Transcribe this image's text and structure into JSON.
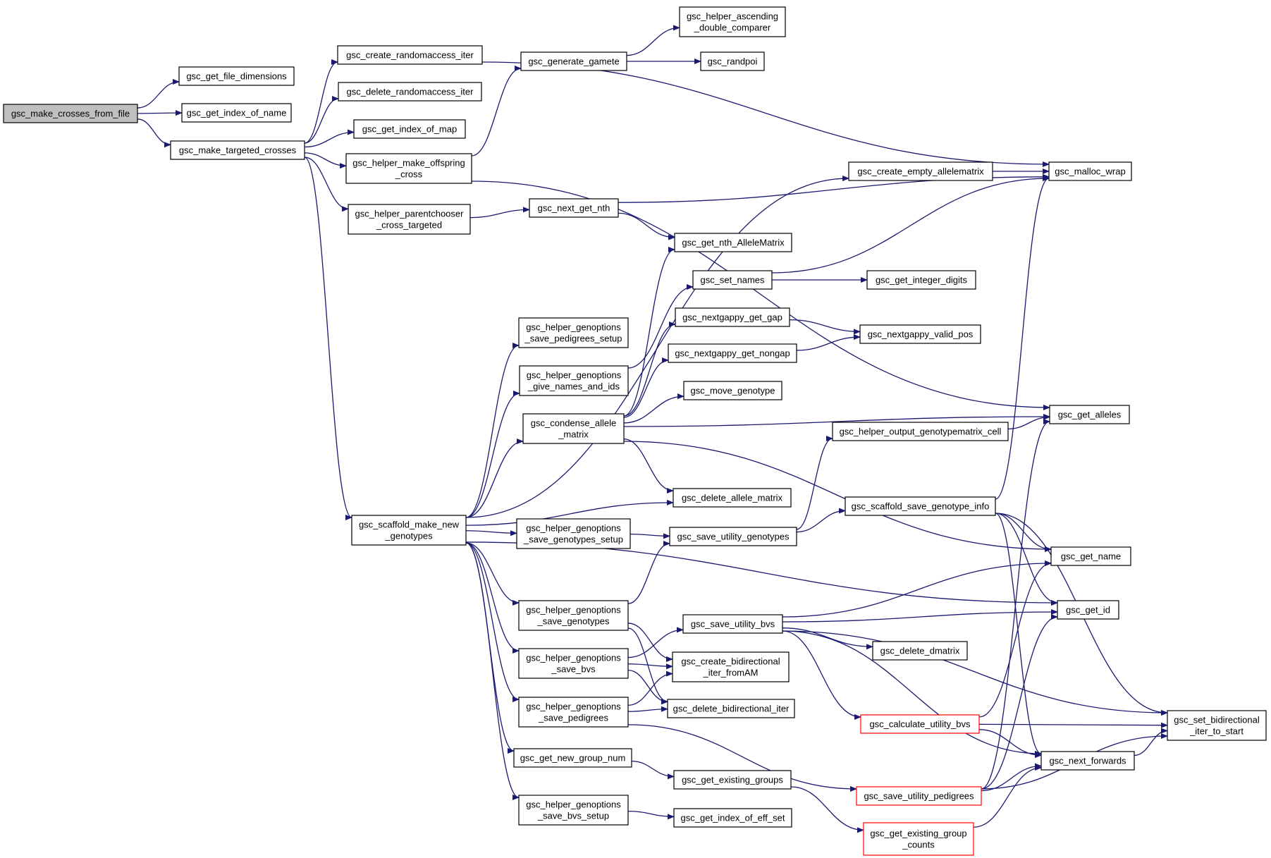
{
  "colors": {
    "edge": "#191970",
    "root_fill": "#bfbfbf",
    "border": "#000000",
    "highlight_border": "#ff0000"
  },
  "nodes": [
    {
      "id": "make_crosses_from_file",
      "lines": [
        "gsc_make_crosses_from_file"
      ],
      "style": "root"
    },
    {
      "id": "get_file_dimensions",
      "lines": [
        "gsc_get_file_dimensions"
      ]
    },
    {
      "id": "get_index_of_name",
      "lines": [
        "gsc_get_index_of_name"
      ]
    },
    {
      "id": "make_targeted_crosses",
      "lines": [
        "gsc_make_targeted_crosses"
      ]
    },
    {
      "id": "create_randomaccess_iter",
      "lines": [
        "gsc_create_randomaccess_iter"
      ]
    },
    {
      "id": "delete_randomaccess_iter",
      "lines": [
        "gsc_delete_randomaccess_iter"
      ]
    },
    {
      "id": "get_index_of_map",
      "lines": [
        "gsc_get_index_of_map"
      ]
    },
    {
      "id": "helper_make_offspring_cross",
      "lines": [
        "gsc_helper_make_offspring",
        "_cross"
      ]
    },
    {
      "id": "helper_parentchooser",
      "lines": [
        "gsc_helper_parentchooser",
        "_cross_targeted"
      ]
    },
    {
      "id": "generate_gamete",
      "lines": [
        "gsc_generate_gamete"
      ]
    },
    {
      "id": "helper_ascending_double",
      "lines": [
        "gsc_helper_ascending",
        "_double_comparer"
      ]
    },
    {
      "id": "randpoi",
      "lines": [
        "gsc_randpoi"
      ]
    },
    {
      "id": "malloc_wrap",
      "lines": [
        "gsc_malloc_wrap"
      ]
    },
    {
      "id": "create_empty_allelematrix",
      "lines": [
        "gsc_create_empty_allelematrix"
      ]
    },
    {
      "id": "next_get_nth",
      "lines": [
        "gsc_next_get_nth"
      ]
    },
    {
      "id": "get_nth_AlleleMatrix",
      "lines": [
        "gsc_get_nth_AlleleMatrix"
      ]
    },
    {
      "id": "set_names",
      "lines": [
        "gsc_set_names"
      ]
    },
    {
      "id": "get_integer_digits",
      "lines": [
        "gsc_get_integer_digits"
      ]
    },
    {
      "id": "nextgappy_get_gap",
      "lines": [
        "gsc_nextgappy_get_gap"
      ]
    },
    {
      "id": "nextgappy_valid_pos",
      "lines": [
        "gsc_nextgappy_valid_pos"
      ]
    },
    {
      "id": "nextgappy_get_nongap",
      "lines": [
        "gsc_nextgappy_get_nongap"
      ]
    },
    {
      "id": "move_genotype",
      "lines": [
        "gsc_move_genotype"
      ]
    },
    {
      "id": "get_alleles",
      "lines": [
        "gsc_get_alleles"
      ]
    },
    {
      "id": "helper_output_genotypematrix_cell",
      "lines": [
        "gsc_helper_output_genotypematrix_cell"
      ]
    },
    {
      "id": "genoptions_save_pedigrees_setup",
      "lines": [
        "gsc_helper_genoptions",
        "_save_pedigrees_setup"
      ]
    },
    {
      "id": "genoptions_give_names_and_ids",
      "lines": [
        "gsc_helper_genoptions",
        "_give_names_and_ids"
      ]
    },
    {
      "id": "condense_allele_matrix",
      "lines": [
        "gsc_condense_allele",
        "_matrix"
      ]
    },
    {
      "id": "delete_allele_matrix",
      "lines": [
        "gsc_delete_allele_matrix"
      ]
    },
    {
      "id": "scaffold_make_new_genotypes",
      "lines": [
        "gsc_scaffold_make_new",
        "_genotypes"
      ]
    },
    {
      "id": "genoptions_save_genotypes_setup",
      "lines": [
        "gsc_helper_genoptions",
        "_save_genotypes_setup"
      ]
    },
    {
      "id": "save_utility_genotypes",
      "lines": [
        "gsc_save_utility_genotypes"
      ]
    },
    {
      "id": "scaffold_save_genotype_info",
      "lines": [
        "gsc_scaffold_save_genotype_info"
      ]
    },
    {
      "id": "get_name",
      "lines": [
        "gsc_get_name"
      ]
    },
    {
      "id": "get_id",
      "lines": [
        "gsc_get_id"
      ]
    },
    {
      "id": "genoptions_save_genotypes",
      "lines": [
        "gsc_helper_genoptions",
        "_save_genotypes"
      ]
    },
    {
      "id": "save_utility_bvs",
      "lines": [
        "gsc_save_utility_bvs"
      ]
    },
    {
      "id": "delete_dmatrix",
      "lines": [
        "gsc_delete_dmatrix"
      ]
    },
    {
      "id": "genoptions_save_bvs",
      "lines": [
        "gsc_helper_genoptions",
        "_save_bvs"
      ]
    },
    {
      "id": "create_bidirectional_iter_fromAM",
      "lines": [
        "gsc_create_bidirectional",
        "_iter_fromAM"
      ]
    },
    {
      "id": "genoptions_save_pedigrees",
      "lines": [
        "gsc_helper_genoptions",
        "_save_pedigrees"
      ]
    },
    {
      "id": "delete_bidirectional_iter",
      "lines": [
        "gsc_delete_bidirectional_iter"
      ]
    },
    {
      "id": "calculate_utility_bvs",
      "lines": [
        "gsc_calculate_utility_bvs"
      ],
      "style": "red"
    },
    {
      "id": "set_bidirectional_iter_to_start",
      "lines": [
        "gsc_set_bidirectional",
        "_iter_to_start"
      ]
    },
    {
      "id": "get_new_group_num",
      "lines": [
        "gsc_get_new_group_num"
      ]
    },
    {
      "id": "next_forwards",
      "lines": [
        "gsc_next_forwards"
      ]
    },
    {
      "id": "get_existing_groups",
      "lines": [
        "gsc_get_existing_groups"
      ]
    },
    {
      "id": "save_utility_pedigrees",
      "lines": [
        "gsc_save_utility_pedigrees"
      ],
      "style": "red"
    },
    {
      "id": "genoptions_save_bvs_setup",
      "lines": [
        "gsc_helper_genoptions",
        "_save_bvs_setup"
      ]
    },
    {
      "id": "get_index_of_eff_set",
      "lines": [
        "gsc_get_index_of_eff_set"
      ]
    },
    {
      "id": "get_existing_group_counts",
      "lines": [
        "gsc_get_existing_group",
        "_counts"
      ],
      "style": "red"
    }
  ],
  "edges": [
    [
      "make_crosses_from_file",
      "get_file_dimensions"
    ],
    [
      "make_crosses_from_file",
      "get_index_of_name"
    ],
    [
      "make_crosses_from_file",
      "make_targeted_crosses"
    ],
    [
      "make_targeted_crosses",
      "create_randomaccess_iter"
    ],
    [
      "make_targeted_crosses",
      "delete_randomaccess_iter"
    ],
    [
      "make_targeted_crosses",
      "get_index_of_map"
    ],
    [
      "make_targeted_crosses",
      "helper_make_offspring_cross"
    ],
    [
      "make_targeted_crosses",
      "helper_parentchooser"
    ],
    [
      "make_targeted_crosses",
      "scaffold_make_new_genotypes"
    ],
    [
      "create_randomaccess_iter",
      "malloc_wrap"
    ],
    [
      "helper_make_offspring_cross",
      "generate_gamete"
    ],
    [
      "helper_make_offspring_cross",
      "get_alleles"
    ],
    [
      "generate_gamete",
      "helper_ascending_double"
    ],
    [
      "generate_gamete",
      "randpoi"
    ],
    [
      "helper_parentchooser",
      "next_get_nth"
    ],
    [
      "next_get_nth",
      "malloc_wrap"
    ],
    [
      "next_get_nth",
      "get_nth_AlleleMatrix"
    ],
    [
      "create_empty_allelematrix",
      "malloc_wrap"
    ],
    [
      "set_names",
      "malloc_wrap"
    ],
    [
      "set_names",
      "get_integer_digits"
    ],
    [
      "nextgappy_get_gap",
      "nextgappy_valid_pos"
    ],
    [
      "nextgappy_get_nongap",
      "nextgappy_valid_pos"
    ],
    [
      "genoptions_give_names_and_ids",
      "set_names"
    ],
    [
      "condense_allele_matrix",
      "get_nth_AlleleMatrix"
    ],
    [
      "condense_allele_matrix",
      "nextgappy_get_gap"
    ],
    [
      "condense_allele_matrix",
      "nextgappy_get_nongap"
    ],
    [
      "condense_allele_matrix",
      "move_genotype"
    ],
    [
      "condense_allele_matrix",
      "get_alleles"
    ],
    [
      "condense_allele_matrix",
      "delete_allele_matrix"
    ],
    [
      "condense_allele_matrix",
      "get_name"
    ],
    [
      "scaffold_make_new_genotypes",
      "create_empty_allelematrix"
    ],
    [
      "scaffold_make_new_genotypes",
      "genoptions_save_pedigrees_setup"
    ],
    [
      "scaffold_make_new_genotypes",
      "genoptions_give_names_and_ids"
    ],
    [
      "scaffold_make_new_genotypes",
      "condense_allele_matrix"
    ],
    [
      "scaffold_make_new_genotypes",
      "delete_allele_matrix"
    ],
    [
      "scaffold_make_new_genotypes",
      "genoptions_save_genotypes_setup"
    ],
    [
      "scaffold_make_new_genotypes",
      "get_id"
    ],
    [
      "scaffold_make_new_genotypes",
      "genoptions_save_genotypes"
    ],
    [
      "scaffold_make_new_genotypes",
      "genoptions_save_bvs"
    ],
    [
      "scaffold_make_new_genotypes",
      "genoptions_save_pedigrees"
    ],
    [
      "scaffold_make_new_genotypes",
      "get_new_group_num"
    ],
    [
      "scaffold_make_new_genotypes",
      "genoptions_save_bvs_setup"
    ],
    [
      "genoptions_save_genotypes_setup",
      "save_utility_genotypes"
    ],
    [
      "save_utility_genotypes",
      "helper_output_genotypematrix_cell"
    ],
    [
      "save_utility_genotypes",
      "scaffold_save_genotype_info"
    ],
    [
      "helper_output_genotypematrix_cell",
      "get_alleles"
    ],
    [
      "scaffold_save_genotype_info",
      "malloc_wrap"
    ],
    [
      "scaffold_save_genotype_info",
      "get_name"
    ],
    [
      "scaffold_save_genotype_info",
      "get_id"
    ],
    [
      "scaffold_save_genotype_info",
      "set_bidirectional_iter_to_start"
    ],
    [
      "scaffold_save_genotype_info",
      "next_forwards"
    ],
    [
      "genoptions_save_genotypes",
      "save_utility_genotypes"
    ],
    [
      "genoptions_save_genotypes",
      "create_bidirectional_iter_fromAM"
    ],
    [
      "genoptions_save_genotypes",
      "delete_bidirectional_iter"
    ],
    [
      "genoptions_save_bvs",
      "save_utility_bvs"
    ],
    [
      "genoptions_save_bvs",
      "create_bidirectional_iter_fromAM"
    ],
    [
      "genoptions_save_bvs",
      "delete_bidirectional_iter"
    ],
    [
      "save_utility_bvs",
      "get_name"
    ],
    [
      "save_utility_bvs",
      "get_id"
    ],
    [
      "save_utility_bvs",
      "delete_dmatrix"
    ],
    [
      "save_utility_bvs",
      "calculate_utility_bvs"
    ],
    [
      "save_utility_bvs",
      "set_bidirectional_iter_to_start"
    ],
    [
      "save_utility_bvs",
      "next_forwards"
    ],
    [
      "genoptions_save_pedigrees",
      "create_bidirectional_iter_fromAM"
    ],
    [
      "genoptions_save_pedigrees",
      "delete_bidirectional_iter"
    ],
    [
      "genoptions_save_pedigrees",
      "save_utility_pedigrees"
    ],
    [
      "calculate_utility_bvs",
      "get_name"
    ],
    [
      "calculate_utility_bvs",
      "set_bidirectional_iter_to_start"
    ],
    [
      "calculate_utility_bvs",
      "next_forwards"
    ],
    [
      "next_forwards",
      "set_bidirectional_iter_to_start"
    ],
    [
      "get_new_group_num",
      "get_existing_groups"
    ],
    [
      "get_existing_groups",
      "get_existing_group_counts"
    ],
    [
      "save_utility_pedigrees",
      "get_alleles"
    ],
    [
      "save_utility_pedigrees",
      "get_id"
    ],
    [
      "save_utility_pedigrees",
      "next_forwards"
    ],
    [
      "save_utility_pedigrees",
      "set_bidirectional_iter_to_start"
    ],
    [
      "genoptions_save_bvs_setup",
      "get_index_of_eff_set"
    ],
    [
      "get_existing_group_counts",
      "next_forwards"
    ]
  ]
}
